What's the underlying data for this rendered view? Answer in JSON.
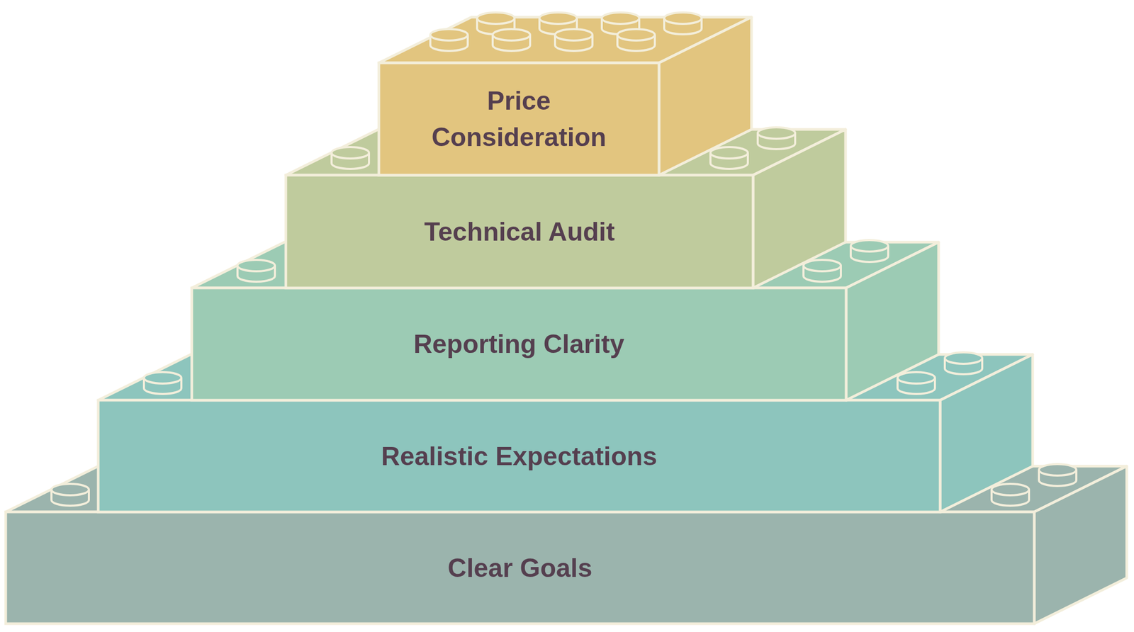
{
  "diagram": {
    "nodes": [
      {
        "text": [
          "Price Consideration"
        ]
      },
      {
        "text": [
          "Technical Audit"
        ]
      },
      {
        "text": [
          "Reporting Clarity"
        ]
      },
      {
        "text": [
          "Realistic Expectations"
        ]
      },
      {
        "text": [
          "Clear Goals"
        ]
      }
    ]
  }
}
